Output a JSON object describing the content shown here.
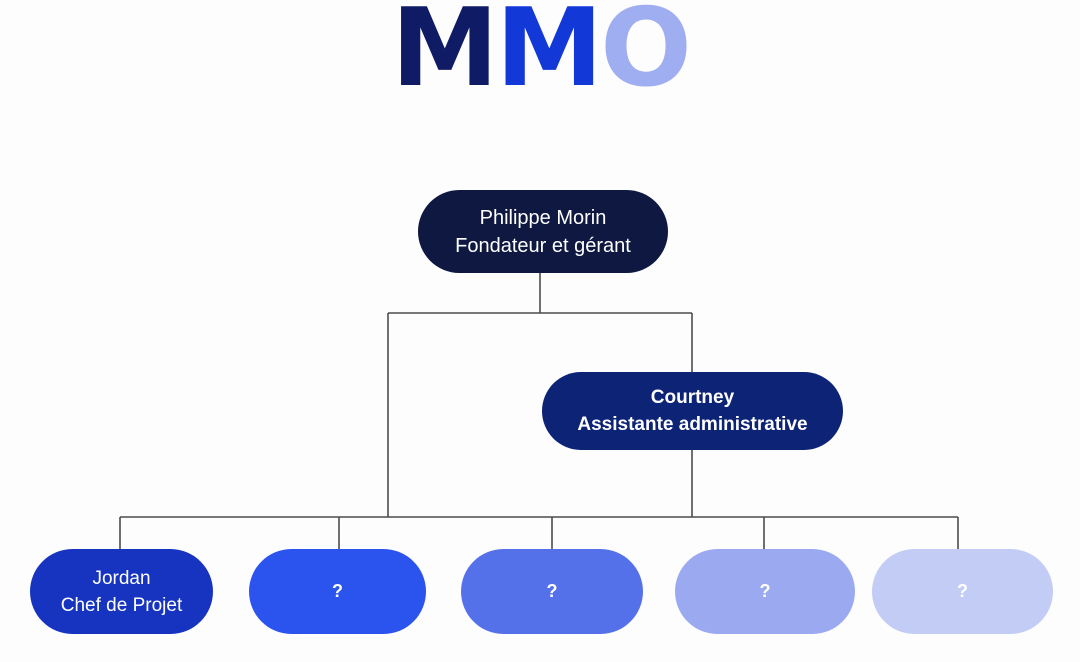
{
  "logo": {
    "name": "MMO",
    "letters": [
      {
        "char": "M",
        "color": "#101b66"
      },
      {
        "char": "M",
        "color": "#1238d8"
      },
      {
        "char": "O",
        "color": "#9fadf1"
      }
    ]
  },
  "org_chart": {
    "root": {
      "label": "Philippe Morin\nFondateur et gérant",
      "name": "Philippe Morin",
      "title": "Fondateur et gérant",
      "bg": "#0e1840"
    },
    "assistant": {
      "label": "Courtney\nAssistante administrative",
      "name": "Courtney",
      "title": "Assistante administrative",
      "bg": "#0d2376"
    },
    "team": [
      {
        "label": "Jordan\nChef de Projet",
        "bg": "#1634c0"
      },
      {
        "label": "?",
        "bg": "#2b53ee"
      },
      {
        "label": "?",
        "bg": "#5571ea"
      },
      {
        "label": "?",
        "bg": "#9baaf0"
      },
      {
        "label": "?",
        "bg": "#c3ccf5"
      }
    ]
  },
  "colors": {
    "background": "#fdfdfe",
    "connector_line": "#4d4d4d",
    "node_text": "#ffffff"
  }
}
